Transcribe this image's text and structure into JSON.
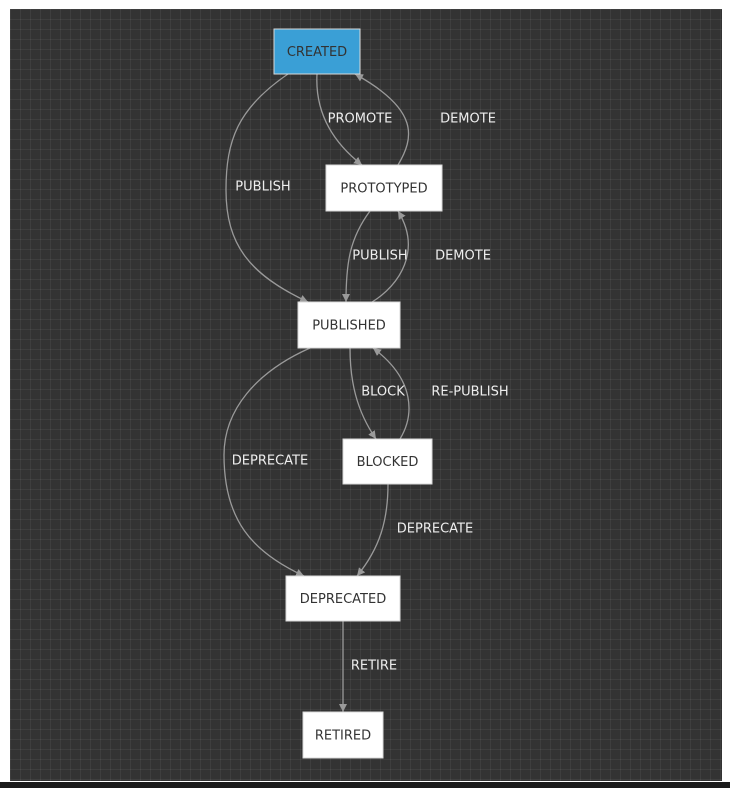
{
  "diagram": {
    "nodes": [
      {
        "id": "created",
        "label": "CREATED",
        "highlight": true
      },
      {
        "id": "prototyped",
        "label": "PROTOTYPED",
        "highlight": false
      },
      {
        "id": "published",
        "label": "PUBLISHED",
        "highlight": false
      },
      {
        "id": "blocked",
        "label": "BLOCKED",
        "highlight": false
      },
      {
        "id": "deprecated",
        "label": "DEPRECATED",
        "highlight": false
      },
      {
        "id": "retired",
        "label": "RETIRED",
        "highlight": false
      }
    ],
    "edges": [
      {
        "from": "created",
        "to": "prototyped",
        "label": "PROMOTE"
      },
      {
        "from": "prototyped",
        "to": "created",
        "label": "DEMOTE"
      },
      {
        "from": "created",
        "to": "published",
        "label": "PUBLISH"
      },
      {
        "from": "prototyped",
        "to": "published",
        "label": "PUBLISH"
      },
      {
        "from": "published",
        "to": "prototyped",
        "label": "DEMOTE"
      },
      {
        "from": "published",
        "to": "blocked",
        "label": "BLOCK"
      },
      {
        "from": "blocked",
        "to": "published",
        "label": "RE-PUBLISH"
      },
      {
        "from": "published",
        "to": "deprecated",
        "label": "DEPRECATE"
      },
      {
        "from": "blocked",
        "to": "deprecated",
        "label": "DEPRECATE"
      },
      {
        "from": "deprecated",
        "to": "retired",
        "label": "RETIRE"
      }
    ]
  },
  "colors": {
    "canvas_background": "#333333",
    "node_fill": "#ffffff",
    "node_highlight_fill": "#3a9fd6",
    "edge_stroke": "#9a9a9a",
    "label_text": "#eeeeee"
  }
}
